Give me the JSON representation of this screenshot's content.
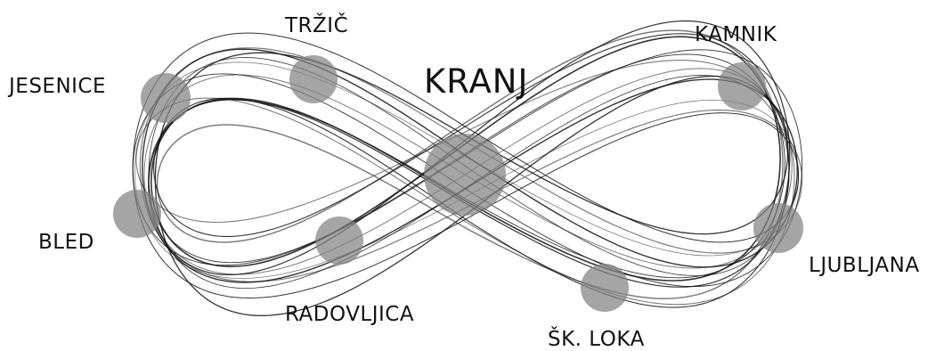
{
  "diagram": {
    "center": "KRANJ",
    "places": [
      {
        "key": "jesenice",
        "name": "JESENICE"
      },
      {
        "key": "trzic",
        "name": "TRŽIČ"
      },
      {
        "key": "kamnik",
        "name": "KAMNIK"
      },
      {
        "key": "bled",
        "name": "BLED"
      },
      {
        "key": "radovljica",
        "name": "RADOVLJICA"
      },
      {
        "key": "ljubljana",
        "name": "LJUBLJANA"
      },
      {
        "key": "skofja_loka",
        "name": "ŠK. LOKA"
      }
    ]
  },
  "colors": {
    "stroke": "#111111",
    "node_fill": "#828282",
    "text": "#111111"
  }
}
